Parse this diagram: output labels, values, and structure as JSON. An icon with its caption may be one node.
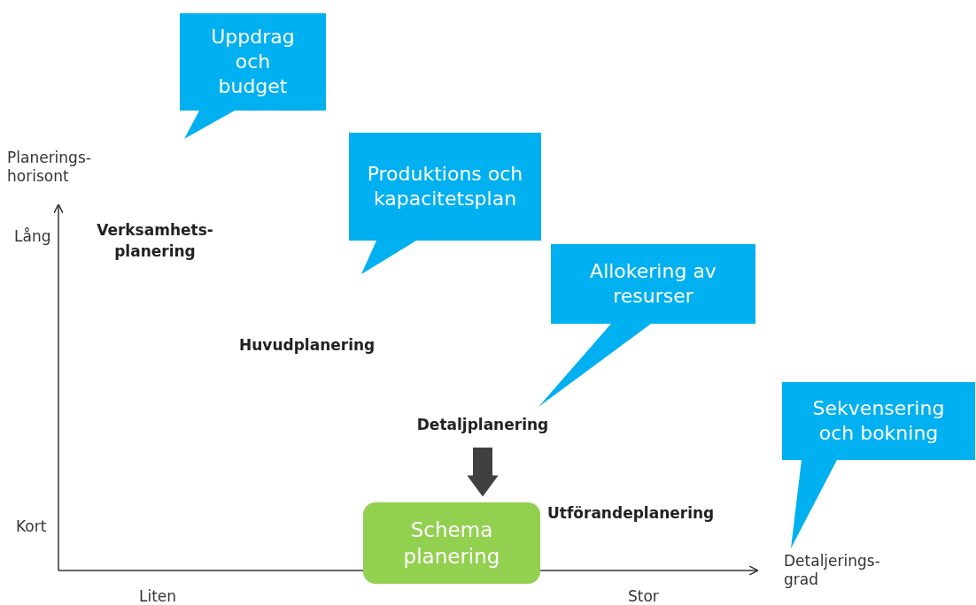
{
  "diagram": {
    "nodes": [
      {
        "text": [
          "Uppdrag och budget"
        ]
      },
      {
        "text": [
          "Produktions och kapacitetsplan"
        ]
      },
      {
        "text": [
          "Allokering av resurser"
        ]
      },
      {
        "text": [
          "Sekvensering och bokning"
        ]
      },
      {
        "text": [
          "Detaljplanering"
        ]
      },
      {
        "text": [
          "Schema planering"
        ]
      }
    ],
    "edges": [
      {
        "from": 4,
        "to": 5,
        "arrow": "to"
      }
    ],
    "labels": [
      "Planerings- horisont",
      "Lång",
      "Verksamhets- planering",
      "Huvudplanering",
      "Utförandeplanering",
      "Kort",
      "Detaljerings- grad",
      "Liten",
      "Stor"
    ]
  }
}
